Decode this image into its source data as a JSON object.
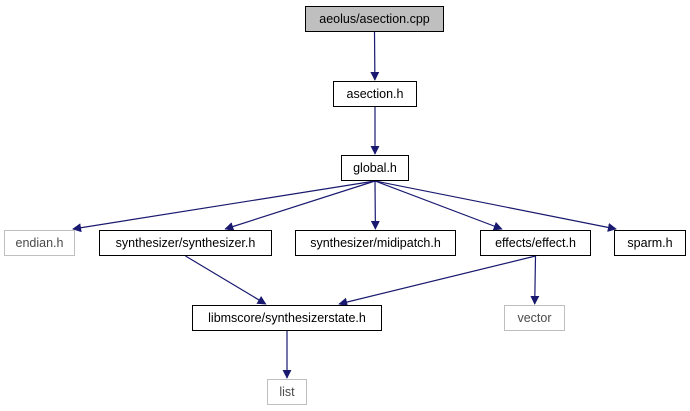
{
  "diagram": {
    "type": "include-dependency-graph",
    "colors": {
      "edge": "#191970",
      "root_fill": "#bfbfbf",
      "node_border": "#000000",
      "external_border": "#bfbfbf"
    },
    "nodes": [
      {
        "id": "asection_cpp",
        "label": "aeolus/asection.cpp",
        "kind": "root"
      },
      {
        "id": "asection_h",
        "label": "asection.h",
        "kind": "file"
      },
      {
        "id": "global_h",
        "label": "global.h",
        "kind": "file"
      },
      {
        "id": "endian_h",
        "label": "endian.h",
        "kind": "external"
      },
      {
        "id": "synthesizer_h",
        "label": "synthesizer/synthesizer.h",
        "kind": "file"
      },
      {
        "id": "midipatch_h",
        "label": "synthesizer/midipatch.h",
        "kind": "file"
      },
      {
        "id": "effect_h",
        "label": "effects/effect.h",
        "kind": "file"
      },
      {
        "id": "sparm_h",
        "label": "sparm.h",
        "kind": "file"
      },
      {
        "id": "synthstate_h",
        "label": "libmscore/synthesizerstate.h",
        "kind": "file"
      },
      {
        "id": "vector",
        "label": "vector",
        "kind": "external"
      },
      {
        "id": "list",
        "label": "list",
        "kind": "external"
      }
    ],
    "edges": [
      {
        "from": "asection_cpp",
        "to": "asection_h"
      },
      {
        "from": "asection_h",
        "to": "global_h"
      },
      {
        "from": "global_h",
        "to": "endian_h"
      },
      {
        "from": "global_h",
        "to": "synthesizer_h"
      },
      {
        "from": "global_h",
        "to": "midipatch_h"
      },
      {
        "from": "global_h",
        "to": "effect_h"
      },
      {
        "from": "global_h",
        "to": "sparm_h"
      },
      {
        "from": "synthesizer_h",
        "to": "synthstate_h"
      },
      {
        "from": "effect_h",
        "to": "synthstate_h"
      },
      {
        "from": "effect_h",
        "to": "vector"
      },
      {
        "from": "synthstate_h",
        "to": "list"
      }
    ]
  }
}
